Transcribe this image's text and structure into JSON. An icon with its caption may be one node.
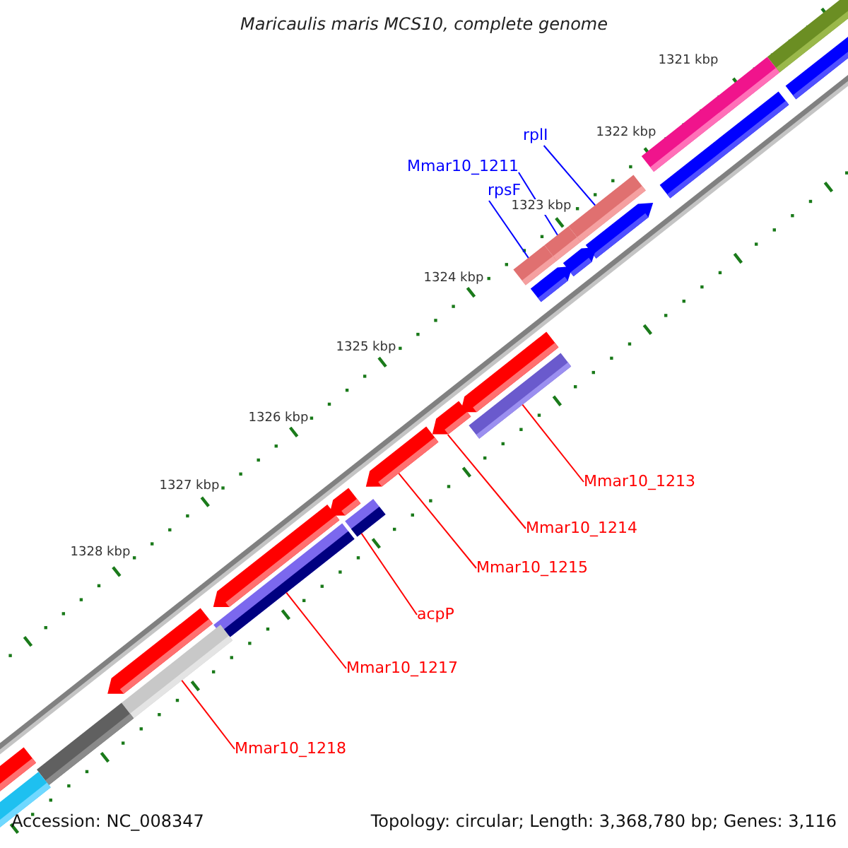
{
  "diagram": {
    "title": "Maricaulis maris MCS10, complete genome",
    "nodes": [
      {
        "text": [
          "rplI"
        ]
      },
      {
        "text": [
          "Mmar10_1211"
        ]
      },
      {
        "text": [
          "rpsF"
        ]
      },
      {
        "text": [
          "Mmar10_1213"
        ]
      },
      {
        "text": [
          "Mmar10_1214"
        ]
      },
      {
        "text": [
          "Mmar10_1215"
        ]
      },
      {
        "text": [
          "acpP"
        ]
      },
      {
        "text": [
          "Mmar10_1217"
        ]
      },
      {
        "text": [
          "Mmar10_1218"
        ]
      },
      {
        "text": [],
        "shape": "bar"
      },
      {
        "text": [],
        "shape": "bar"
      },
      {
        "text": [],
        "shape": "bar"
      },
      {
        "text": [],
        "shape": "bar"
      },
      {
        "text": [],
        "shape": "bar"
      },
      {
        "text": [],
        "shape": "bar"
      },
      {
        "text": [],
        "shape": "bar"
      },
      {
        "text": [],
        "shape": "bar"
      },
      {
        "text": [],
        "shape": "bar"
      }
    ],
    "edges": [
      {
        "from": 0,
        "to": 9,
        "arrow": "none",
        "color": "#0000ff"
      },
      {
        "from": 1,
        "to": 10,
        "arrow": "none",
        "color": "#0000ff"
      },
      {
        "from": 2,
        "to": 11,
        "arrow": "none",
        "color": "#0000ff"
      },
      {
        "from": 3,
        "to": 12,
        "arrow": "none"
      },
      {
        "from": 4,
        "to": 13,
        "arrow": "none"
      },
      {
        "from": 5,
        "to": 14,
        "arrow": "none"
      },
      {
        "from": 6,
        "to": 15,
        "arrow": "none"
      },
      {
        "from": 7,
        "to": 16,
        "arrow": "none"
      },
      {
        "from": 8,
        "to": 17,
        "arrow": "none"
      }
    ],
    "labels": [
      "1321 kbp",
      "1322 kbp",
      "1323 kbp",
      "1324 kbp",
      "1325 kbp",
      "1326 kbp",
      "1327 kbp",
      "1328 kbp",
      "Accession: NC_008347",
      "Topology: circular; Length: 3,368,780 bp; Genes: 3,116"
    ]
  }
}
